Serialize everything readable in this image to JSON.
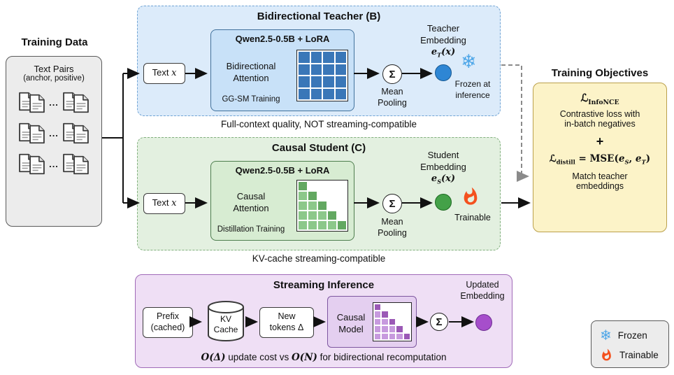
{
  "training_data": {
    "title": "Training Data",
    "subtitle_line1": "Text Pairs",
    "subtitle_line2": "(anchor, positive)",
    "ellipsis": "..."
  },
  "teacher": {
    "title": "Bidirectional Teacher (B)",
    "input": {
      "label": "Text ",
      "var": "x"
    },
    "model": {
      "title": "Qwen2.5-0.5B + LoRA",
      "attention_line1": "Bidirectional",
      "attention_line2": "Attention",
      "training_label": "GG-SM Training",
      "grid": {
        "rows": 4,
        "cols": 4,
        "pattern": "full",
        "fill": "#3a77b8",
        "empty": "#ffffff"
      }
    },
    "sigma": "Σ",
    "pooling_line1": "Mean",
    "pooling_line2": "Pooling",
    "embedding": {
      "line1": "Teacher",
      "line2": "Embedding",
      "e": "e",
      "sub": "T",
      "args": "(x)"
    },
    "frozen_line1": "Frozen at",
    "frozen_line2": "inference",
    "caption": "Full-context quality, NOT streaming-compatible"
  },
  "student": {
    "title": "Causal Student (C)",
    "input": {
      "label": "Text ",
      "var": "x"
    },
    "model": {
      "title": "Qwen2.5-0.5B + LoRA",
      "attention_line1": "Causal",
      "attention_line2": "Attention",
      "training_label": "Distillation Training",
      "grid": {
        "rows": 5,
        "cols": 5,
        "pattern": "lower",
        "fill": "#8cc88a",
        "diag": "#63a861",
        "empty": "#ffffff"
      }
    },
    "sigma": "Σ",
    "pooling_line1": "Mean",
    "pooling_line2": "Pooling",
    "embedding": {
      "line1": "Student",
      "line2": "Embedding",
      "e": "e",
      "sub": "S",
      "args": "(x)"
    },
    "trainable_label": "Trainable",
    "caption": "KV-cache streaming-compatible"
  },
  "objectives": {
    "title": "Training Objectives",
    "infonce": {
      "l": "ℒ",
      "sub": "InfoNCE"
    },
    "infonce_desc1": "Contrastive loss with",
    "infonce_desc2": "in-batch negatives",
    "plus": "+",
    "distill": {
      "l": "ℒ",
      "sub": "distill",
      "eq": " = MSE(",
      "e1": "e",
      "e1sub": "S",
      "sep": ", ",
      "e2": "e",
      "e2sub": "T",
      "close": ")"
    },
    "distill_desc1": "Match teacher",
    "distill_desc2": "embeddings"
  },
  "streaming": {
    "title": "Streaming Inference",
    "prefix_line1": "Prefix",
    "prefix_line2": "(cached)",
    "kv_line1": "KV",
    "kv_line2": "Cache",
    "new_line1": "New",
    "new_line2": "tokens Δ",
    "model_line1": "Causal",
    "model_line2": "Model",
    "model_grid": {
      "rows": 5,
      "cols": 5,
      "pattern": "lower",
      "fill": "#c79ade",
      "diag": "#9b59b6",
      "empty": "#ffffff"
    },
    "sigma": "Σ",
    "updated_line1": "Updated",
    "updated_line2": "Embedding",
    "caption": {
      "o1": "O(Δ)",
      "mid": " update cost vs ",
      "o2": "O(N)",
      "end": " for bidirectional recomputation"
    }
  },
  "legend": {
    "frozen": "Frozen",
    "trainable": "Trainable"
  },
  "icons": {
    "snowflake": "❄"
  }
}
